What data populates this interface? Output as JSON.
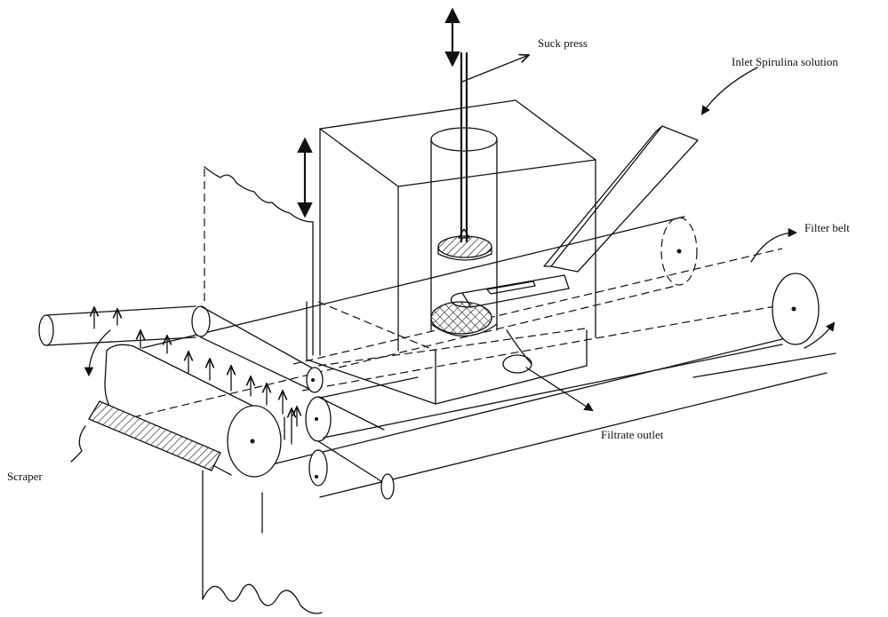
{
  "labels": {
    "suck_press": "Suck press",
    "inlet": "Inlet Spirulina solution",
    "filter_belt": "Filter belt",
    "filtrate_outlet": "Filtrate outlet",
    "scraper": "Scraper"
  },
  "colors": {
    "ink": "#111111",
    "background": "#ffffff"
  }
}
